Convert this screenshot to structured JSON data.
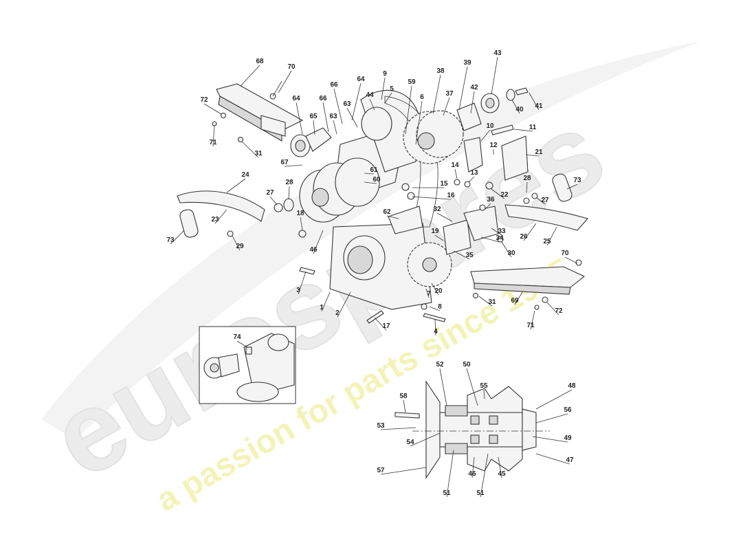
{
  "watermark": {
    "brand": "eurospares",
    "tagline": "a passion for parts since 1985",
    "colors": {
      "brand": "#e9e9e9",
      "tagline": "#f1f1b0"
    }
  },
  "callouts": [
    "68",
    "70",
    "72",
    "71",
    "31",
    "64",
    "66",
    "66",
    "64",
    "63",
    "65",
    "63",
    "44",
    "9",
    "5",
    "59",
    "6",
    "38",
    "37",
    "39",
    "42",
    "43",
    "40",
    "41",
    "10",
    "11",
    "12",
    "21",
    "67",
    "61",
    "60",
    "14",
    "13",
    "15",
    "16",
    "22",
    "24",
    "27",
    "28",
    "23",
    "73",
    "29",
    "18",
    "46",
    "62",
    "32",
    "36",
    "19",
    "33",
    "34",
    "35",
    "30",
    "28",
    "27",
    "73",
    "26",
    "25",
    "3",
    "1",
    "2",
    "20",
    "7",
    "8",
    "4",
    "17",
    "31",
    "69",
    "70",
    "71",
    "72",
    "74",
    "52",
    "50",
    "55",
    "48",
    "58",
    "56",
    "53",
    "54",
    "49",
    "57",
    "46",
    "45",
    "47",
    "51",
    "51"
  ],
  "inset_label": "74"
}
